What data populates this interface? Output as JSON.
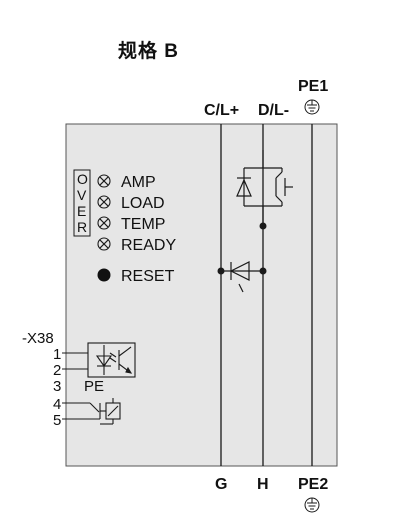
{
  "title": "规格 B",
  "terminals_top": {
    "c_l_plus": "C/L+",
    "d_l_minus": "D/L-",
    "pe1": "PE1"
  },
  "terminals_bottom": {
    "g": "G",
    "h": "H",
    "pe2": "PE2"
  },
  "over_label": [
    "O",
    "V",
    "E",
    "R"
  ],
  "indicators": {
    "amp": "AMP",
    "load": "LOAD",
    "temp": "TEMP",
    "ready": "READY",
    "reset": "RESET"
  },
  "connector": {
    "name": "-X38",
    "pins": [
      "1",
      "2",
      "3",
      "4",
      "5"
    ],
    "pe_label": "PE"
  },
  "colors": {
    "module_fill": "#e6e6e6",
    "line": "#1a1a1a"
  },
  "icons": [
    "ground-icon",
    "igbt-icon",
    "diode-icon",
    "optocoupler-icon",
    "relay-icon",
    "lamp-icon",
    "reset-dot-icon"
  ]
}
